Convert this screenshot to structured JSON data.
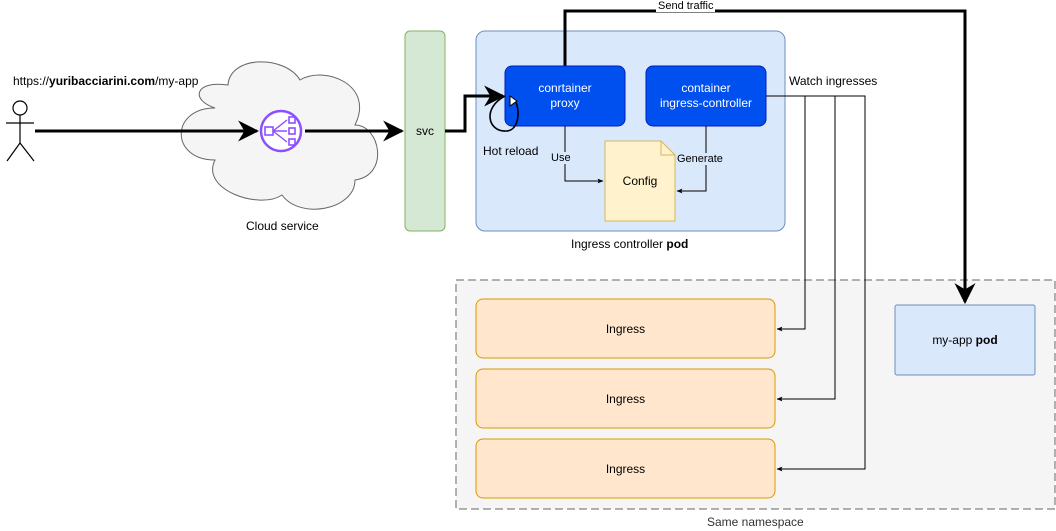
{
  "url": {
    "prefix": "https://",
    "domain": "yuribacciarini.com",
    "path": "/my-app"
  },
  "cloud_label": "Cloud service",
  "svc_label": "svc",
  "pod_box": {
    "label_prefix": "Ingress controller ",
    "label_bold": "pod"
  },
  "proxy": {
    "line1": "conrtainer",
    "line2": "proxy"
  },
  "controller": {
    "line1": "container",
    "line2": "ingress-controller"
  },
  "config_label": "Config",
  "edges": {
    "hot_reload": "Hot reload",
    "use": "Use",
    "generate": "Generate",
    "watch": "Watch ingresses",
    "send_traffic": "Send traffic"
  },
  "namespace_label": "Same namespace",
  "ingresses": [
    "Ingress",
    "Ingress",
    "Ingress"
  ],
  "app_pod": {
    "label_prefix": "my-app ",
    "label_bold": "pod"
  },
  "colors": {
    "svc_fill": "#d5e8d4",
    "svc_stroke": "#82b366",
    "pod_fill": "#dae8fc",
    "pod_stroke": "#6c8ebf",
    "container_fill": "#0050ef",
    "container_stroke": "#001dbc",
    "config_fill": "#fff2cc",
    "config_stroke": "#d6b656",
    "ingress_fill": "#ffe6cc",
    "ingress_stroke": "#d79b00",
    "namespace_fill": "#f5f5f5",
    "namespace_stroke": "#666666",
    "lb_icon": "#8c4fff"
  },
  "icons": [
    "person-icon",
    "cloud-icon",
    "load-balancer-icon"
  ]
}
